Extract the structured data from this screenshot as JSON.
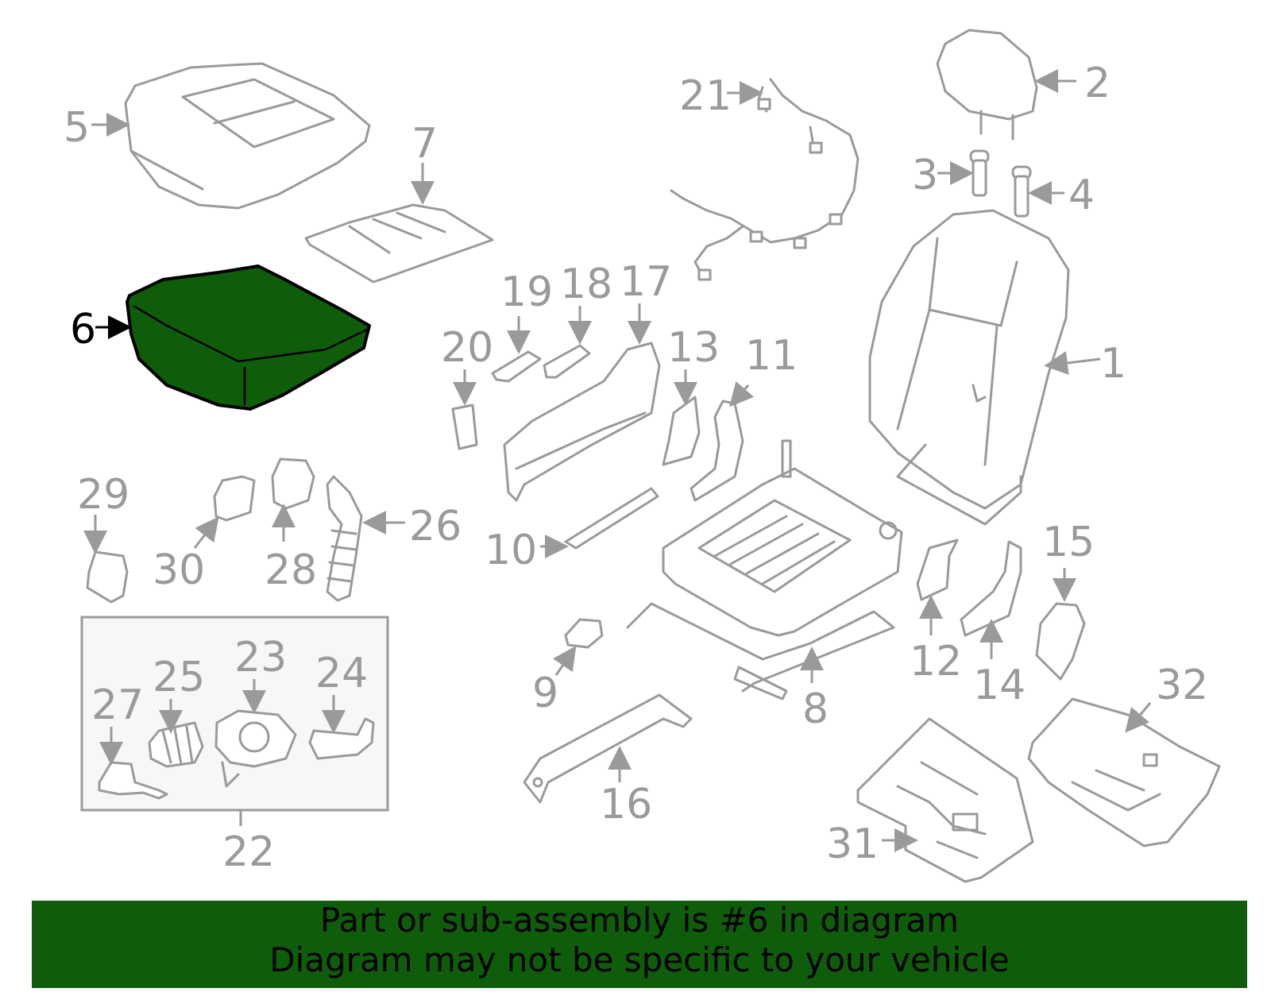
{
  "highlight_color": "#0f5c0a",
  "callouts": {
    "c1": "1",
    "c2": "2",
    "c3": "3",
    "c4": "4",
    "c5": "5",
    "c6": "6",
    "c7": "7",
    "c8": "8",
    "c9": "9",
    "c10": "10",
    "c11": "11",
    "c12": "12",
    "c13": "13",
    "c14": "14",
    "c15": "15",
    "c16": "16",
    "c17": "17",
    "c18": "18",
    "c19": "19",
    "c20": "20",
    "c21": "21",
    "c22": "22",
    "c23": "23",
    "c24": "24",
    "c25": "25",
    "c26": "26",
    "c27": "27",
    "c28": "28",
    "c29": "29",
    "c30": "30",
    "c31": "31",
    "c32": "32"
  },
  "highlighted_part": "6",
  "footer": {
    "line1": "Part or sub-assembly is #6 in diagram",
    "line2": "Diagram may not be specific to your vehicle"
  }
}
